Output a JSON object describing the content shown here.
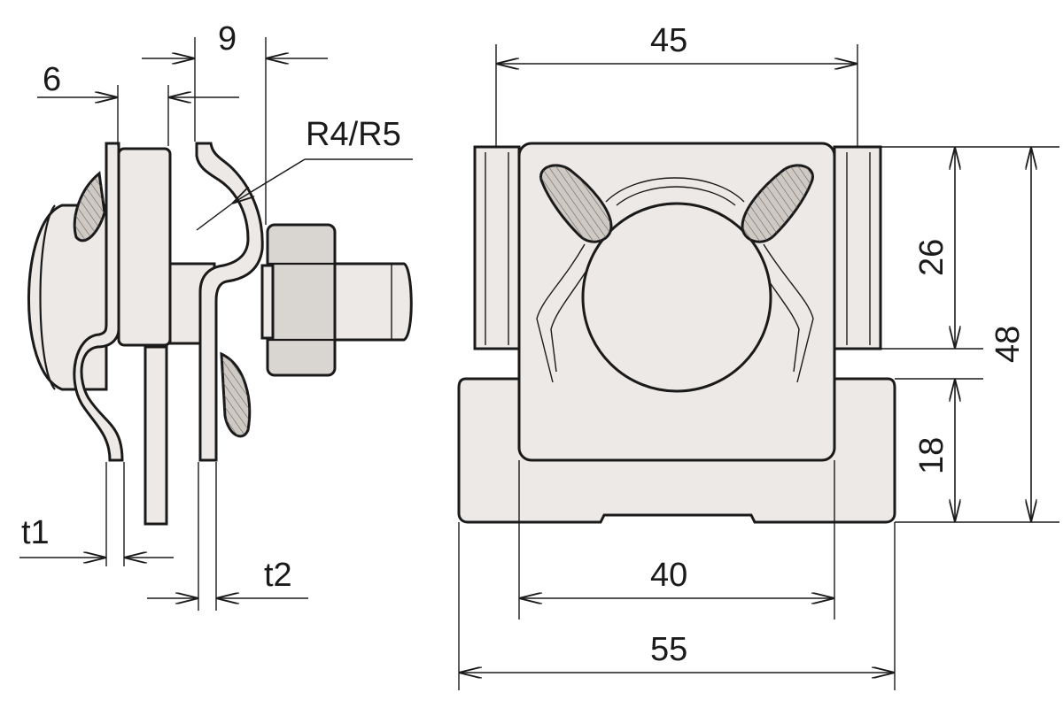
{
  "diagram": {
    "side_view": {
      "dim_6": "6",
      "dim_9": "9",
      "radius_label": "R4/R5",
      "thickness_1": "t1",
      "thickness_2": "t2"
    },
    "front_view": {
      "dim_top_width": "45",
      "dim_upper_height": "26",
      "dim_total_height": "48",
      "dim_lower_height": "18",
      "dim_inner_width": "40",
      "dim_total_width": "55"
    }
  }
}
